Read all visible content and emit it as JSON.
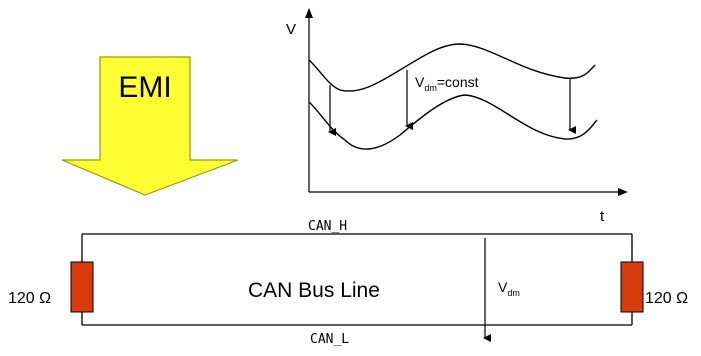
{
  "emi": {
    "label": "EMI",
    "arrow_color": "#ffff33",
    "arrow_stroke": "#9a9a00"
  },
  "graph": {
    "y_axis_label": "V",
    "x_axis_label": "t",
    "annotation_main": "V",
    "annotation_sub": "dm",
    "annotation_rest": "=const"
  },
  "bus": {
    "line_label": "CAN Bus Line",
    "top_wire_label": "CAN_H",
    "bottom_wire_label": "CAN_L",
    "voltage_main": "V",
    "voltage_sub": "dm",
    "resistor_color": "#d93a0c",
    "left_resistor_label": "120 Ω",
    "right_resistor_label": "120 Ω"
  }
}
